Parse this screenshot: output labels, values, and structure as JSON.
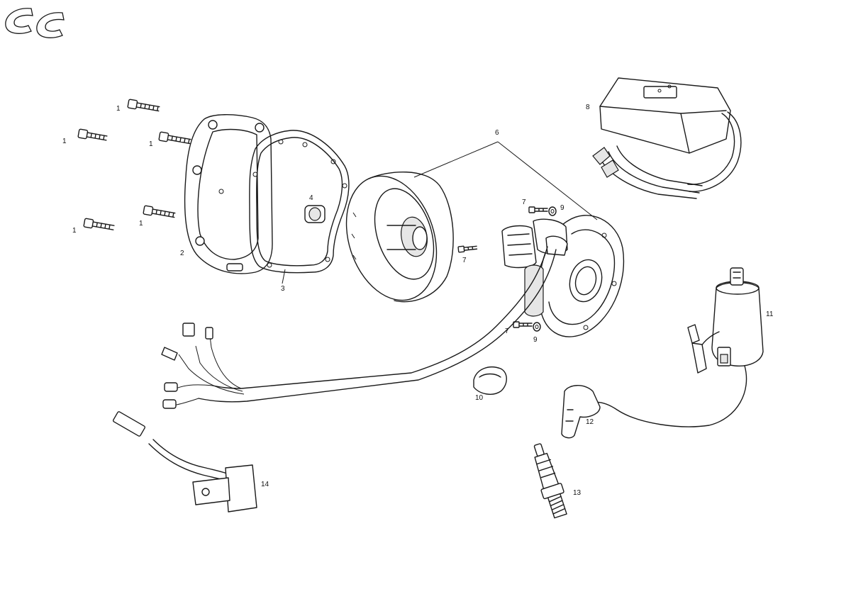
{
  "colors": {
    "line": "#1a1a1a",
    "background": "#ffffff"
  },
  "logo": {
    "name": "gg-logo"
  },
  "callouts": [
    {
      "id": "c1a",
      "text": "1"
    },
    {
      "id": "c1b",
      "text": "1"
    },
    {
      "id": "c1c",
      "text": "1"
    },
    {
      "id": "c1d",
      "text": "1"
    },
    {
      "id": "c1e",
      "text": "1"
    },
    {
      "id": "c2",
      "text": "2"
    },
    {
      "id": "c3",
      "text": "3"
    },
    {
      "id": "c4",
      "text": "4"
    },
    {
      "id": "c6",
      "text": "6"
    },
    {
      "id": "c7a",
      "text": "7"
    },
    {
      "id": "c7b",
      "text": "7"
    },
    {
      "id": "c7c",
      "text": "7"
    },
    {
      "id": "c8",
      "text": "8"
    },
    {
      "id": "c9a",
      "text": "9"
    },
    {
      "id": "c9b",
      "text": "9"
    },
    {
      "id": "c10",
      "text": "10"
    },
    {
      "id": "c11",
      "text": "11"
    },
    {
      "id": "c12",
      "text": "12"
    },
    {
      "id": "c13",
      "text": "13"
    },
    {
      "id": "c14",
      "text": "14"
    }
  ]
}
